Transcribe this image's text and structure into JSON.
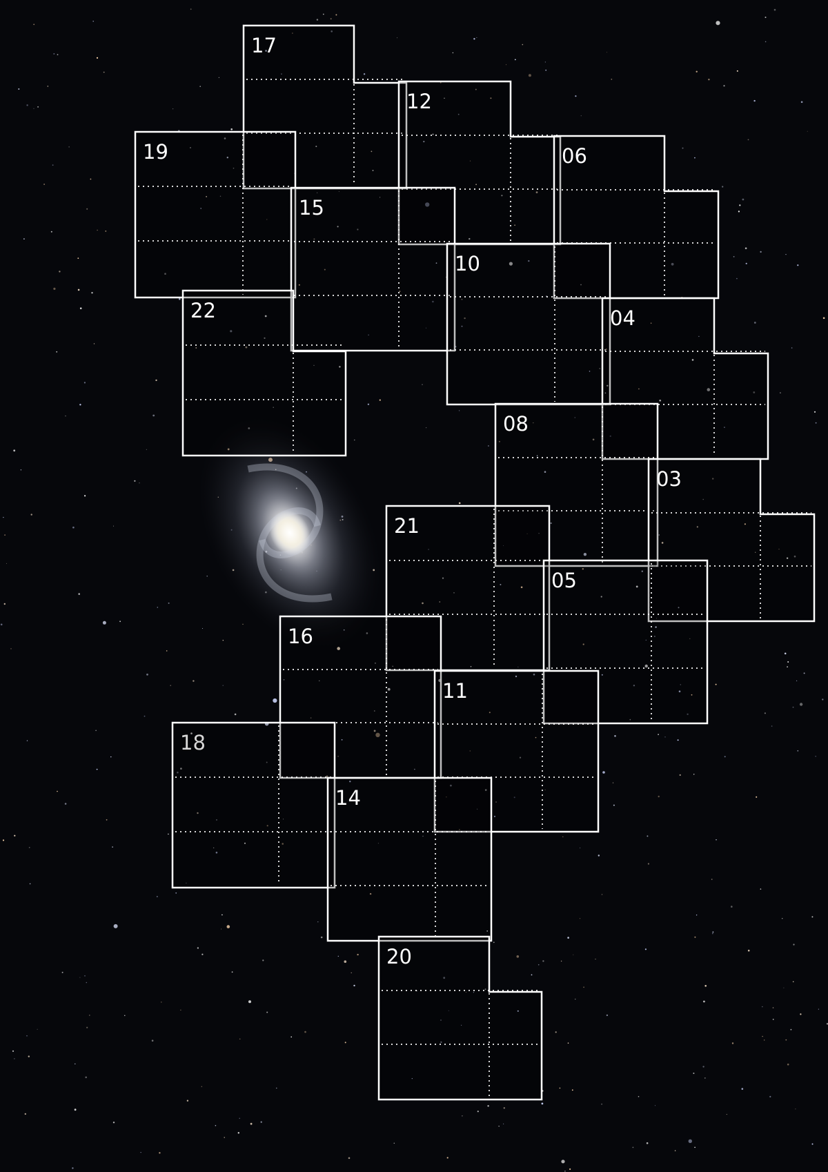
{
  "colors": {
    "background": "#050609",
    "outline": "#ffffff",
    "label": "#ffffff",
    "label_dim": "#d8d8d8"
  },
  "fields": [
    {
      "id": "field-17",
      "label": "17"
    },
    {
      "id": "field-12",
      "label": "12"
    },
    {
      "id": "field-19",
      "label": "19"
    },
    {
      "id": "field-06",
      "label": "06"
    },
    {
      "id": "field-15",
      "label": "15"
    },
    {
      "id": "field-10",
      "label": "10"
    },
    {
      "id": "field-22",
      "label": "22"
    },
    {
      "id": "field-04",
      "label": "04"
    },
    {
      "id": "field-08",
      "label": "08"
    },
    {
      "id": "field-03",
      "label": "03"
    },
    {
      "id": "field-21",
      "label": "21"
    },
    {
      "id": "field-05",
      "label": "05"
    },
    {
      "id": "field-16",
      "label": "16"
    },
    {
      "id": "field-11",
      "label": "11"
    },
    {
      "id": "field-18",
      "label": "18"
    },
    {
      "id": "field-14",
      "label": "14"
    },
    {
      "id": "field-20",
      "label": "20"
    }
  ]
}
